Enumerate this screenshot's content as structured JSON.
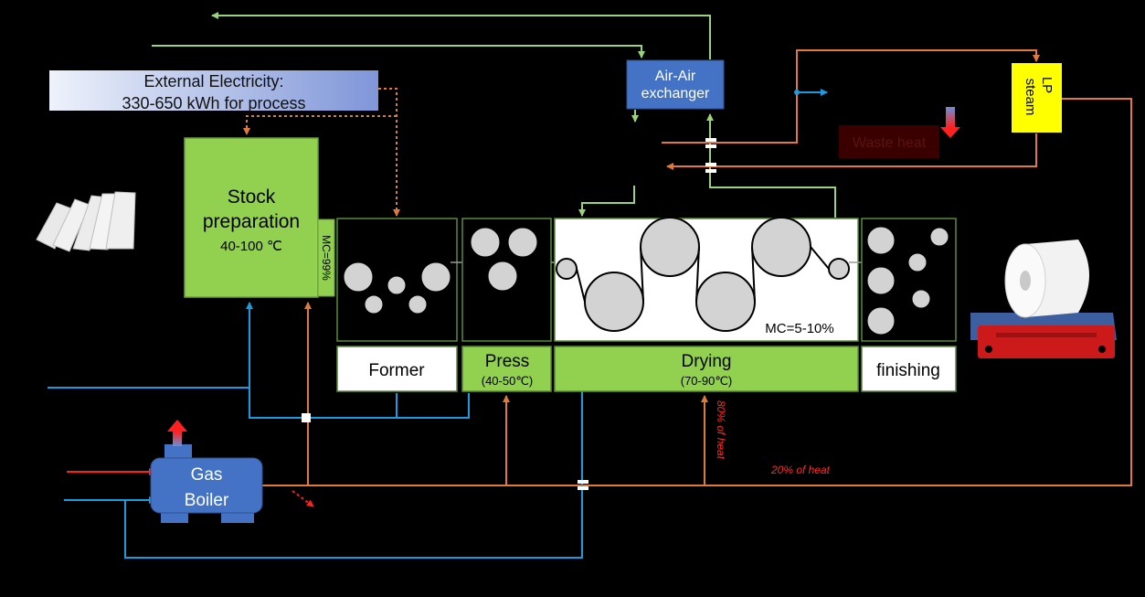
{
  "electricity": {
    "line1": "External Electricity:",
    "line2": "330-650 kWh for process"
  },
  "stock": {
    "line1": "Stock",
    "line2": "preparation",
    "temp": "40-100 ℃",
    "mc": "MC=99%"
  },
  "air_exchanger": {
    "line1": "Air-Air",
    "line2": "exchanger"
  },
  "lp_steam": {
    "line1": "LP",
    "line2": "steam"
  },
  "waste_heat": "Waste heat",
  "stages": {
    "former": "Former",
    "press": "Press",
    "press_temp": "(40-50℃)",
    "drying": "Drying",
    "drying_temp": "(70-90℃)",
    "finishing": "finishing"
  },
  "drying_mc": "MC=5-10%",
  "boiler": {
    "line1": "Gas",
    "line2": "Boiler"
  },
  "heat_80": "80% of heat",
  "heat_20": "20% of heat",
  "colors": {
    "green_line": "#9bd37a",
    "orange_line": "#e07a3a",
    "blue_line": "#1a9be0",
    "box_green": "#92d050",
    "box_blue": "#4472c4",
    "steam_yellow": "#ffff00",
    "waste_red": "#3a0000",
    "text_red": "#ff2a2a"
  },
  "icons": [
    "paper-pulp-icon",
    "paper-roll-icon",
    "exhaust-arrow-icon",
    "waste-heat-arrow-icon"
  ]
}
